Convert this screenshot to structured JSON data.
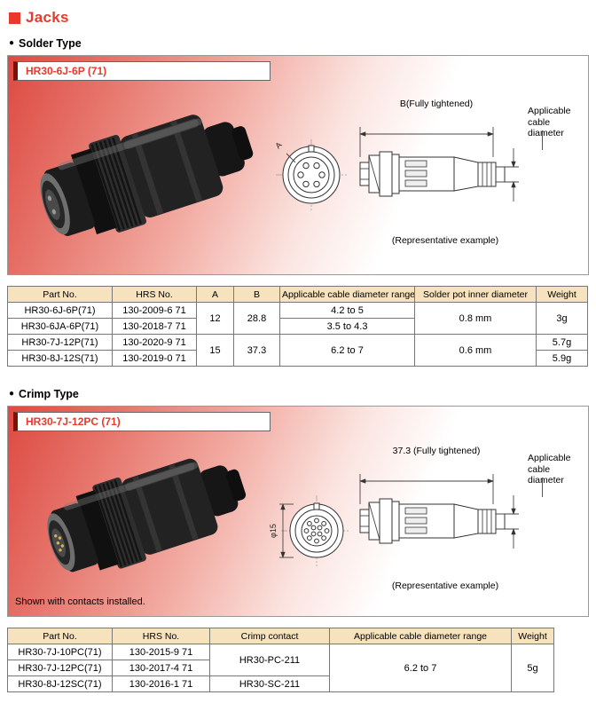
{
  "colors": {
    "accent_red": "#e8392b",
    "model_tag_edge": "#7a120c",
    "table_header_bg": "#f6e2bd",
    "panel_gradient_red": "#dd4a41",
    "panel_gradient_white": "#ffffff"
  },
  "header": {
    "title": "Jacks"
  },
  "sections": {
    "bullet": "●",
    "solder": "Solder Type",
    "crimp": "Crimp Type"
  },
  "solder": {
    "model": "HR30-6J-6P (71)",
    "labels": {
      "a": "A",
      "dim": "B(Fully tightened)",
      "cable": "Applicable cable diameter",
      "example": "(Representative example)"
    },
    "table": {
      "headers": [
        "Part No.",
        "HRS No.",
        "A",
        "B",
        "Applicable cable diameter range",
        "Solder pot inner diameter",
        "Weight"
      ],
      "r1": {
        "part": "HR30-6J-6P(71)",
        "hrs": "130-2009-6 71",
        "a": "12",
        "b": "28.8",
        "range": "4.2 to 5",
        "pot": "0.8 mm",
        "wt": "3g"
      },
      "r2": {
        "part": "HR30-6JA-6P(71)",
        "hrs": "130-2018-7 71",
        "range": "3.5 to 4.3"
      },
      "r3": {
        "part": "HR30-7J-12P(71)",
        "hrs": "130-2020-9 71",
        "a": "15",
        "b": "37.3",
        "range": "6.2 to 7",
        "pot": "0.6 mm",
        "wt": "5.7g"
      },
      "r4": {
        "part": "HR30-8J-12S(71)",
        "hrs": "130-2019-0 71",
        "wt": "5.9g"
      }
    }
  },
  "crimp": {
    "model": "HR30-7J-12PC (71)",
    "note": "Shown with contacts installed.",
    "labels": {
      "phi": "φ15",
      "dim": "37.3 (Fully tightened)",
      "cable": "Applicable cable diameter",
      "example": "(Representative example)"
    },
    "table": {
      "headers": [
        "Part No.",
        "HRS No.",
        "Crimp contact",
        "Applicable cable diameter range",
        "Weight"
      ],
      "r1": {
        "part": "HR30-7J-10PC(71)",
        "hrs": "130-2015-9 71",
        "contact": "HR30-PC-211",
        "range": "6.2 to 7",
        "wt": "5g"
      },
      "r2": {
        "part": "HR30-7J-12PC(71)",
        "hrs": "130-2017-4 71"
      },
      "r3": {
        "part": "HR30-8J-12SC(71)",
        "hrs": "130-2016-1 71",
        "contact": "HR30-SC-211"
      }
    }
  }
}
